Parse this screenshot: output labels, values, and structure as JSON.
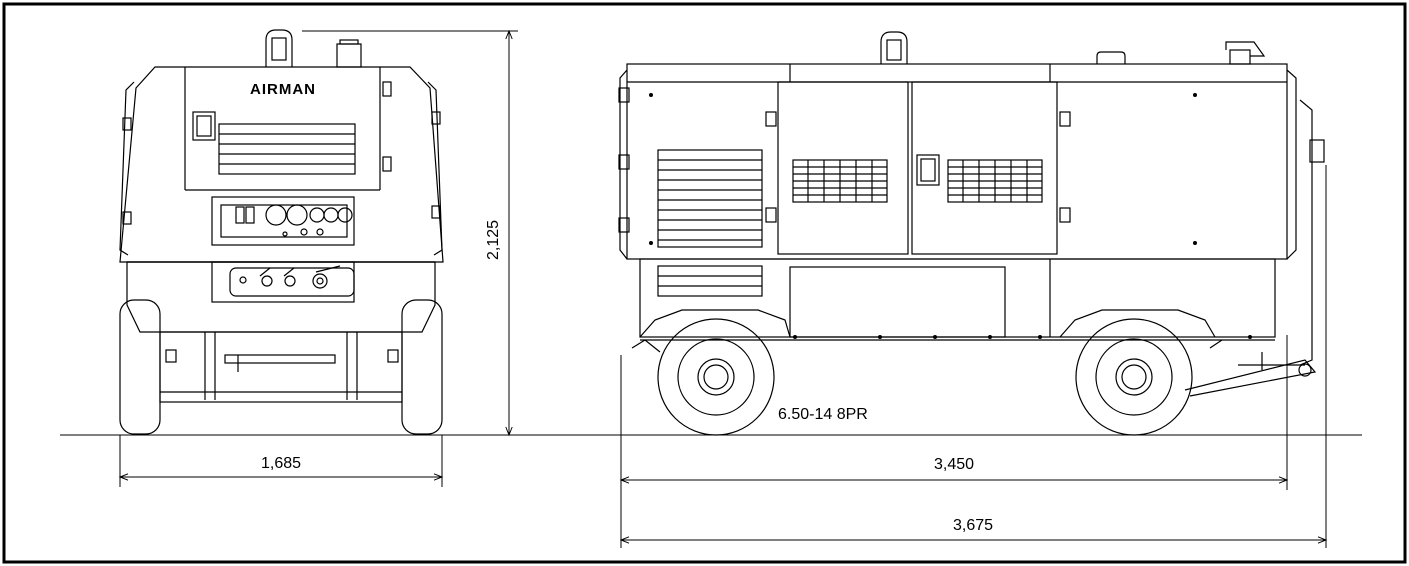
{
  "brand": "AIRMAN",
  "dimensions": {
    "front_width": "1,685",
    "height": "2,125",
    "side_body_length": "3,450",
    "side_overall_length": "3,675",
    "tire": "6.50-14 8PR"
  },
  "colors": {
    "line": "#000000",
    "background": "#ffffff"
  }
}
